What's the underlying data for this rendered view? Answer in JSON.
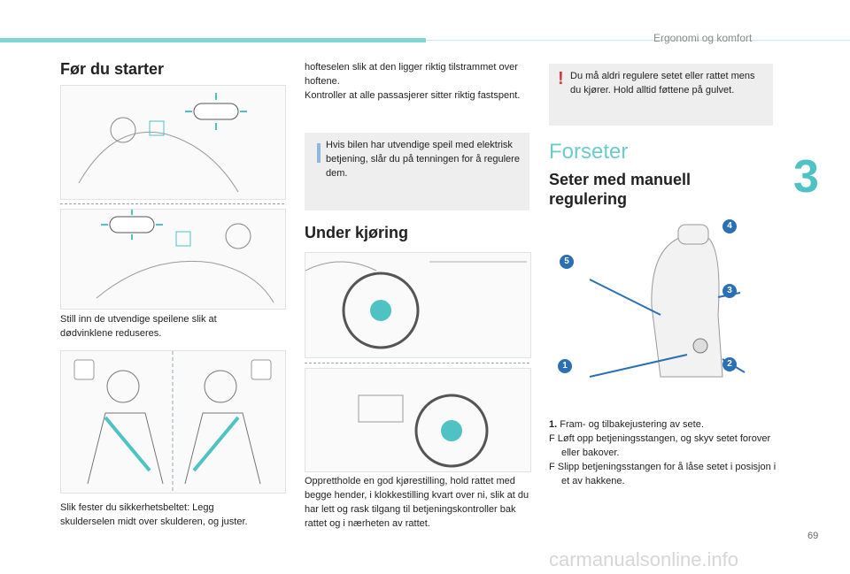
{
  "header": {
    "section": "Ergonomi og komfort",
    "chapter": "3",
    "page": "69"
  },
  "watermark": "carmanualsonline.info",
  "left": {
    "title": "Før du starter",
    "mirror_caption": "Still inn de utvendige speilene slik at dødvinklene reduseres.",
    "belt_caption": "Slik fester du sikkerhetsbeltet: Legg skulderselen midt over skulderen, og juster."
  },
  "middle": {
    "belt_cont": "hofteselen slik at den ligger riktig tilstrammet over hoftene.",
    "check_text": "Kontroller at alle passasjerer sitter riktig fastspent.",
    "info_note": "Hvis bilen har utvendige speil med elektrisk betjening, slår du på tenningen for å regulere dem.",
    "title": "Under kjøring",
    "drive_caption": "Opprettholde en god kjørestilling, hold rattet med begge hender, i klokkestilling kvart over ni, slik at du har lett og rask tilgang til betjeningskontroller bak rattet og i nærheten av rattet."
  },
  "right": {
    "warn_note": "Du må aldri regulere setet eller rattet mens du kjører. Hold alltid føttene på gulvet.",
    "big_title": "Forseter",
    "subtitle": "Seter med manuell regulering",
    "badges": [
      "1",
      "2",
      "3",
      "4",
      "5"
    ],
    "item1_num": "1.",
    "item1_text": "Fram- og tilbakejustering av sete.",
    "bullet1": "Løft opp betjeningsstangen, og skyv setet forover eller bakover.",
    "bullet2": "Slipp betjeningsstangen for å låse setet i posisjon i et av hakkene.",
    "bullet_symbol": "F"
  },
  "colors": {
    "accent": "#4fc3c3",
    "info": "#8fb6e0",
    "warning": "#d8373a",
    "badge": "#2b6fb5"
  }
}
